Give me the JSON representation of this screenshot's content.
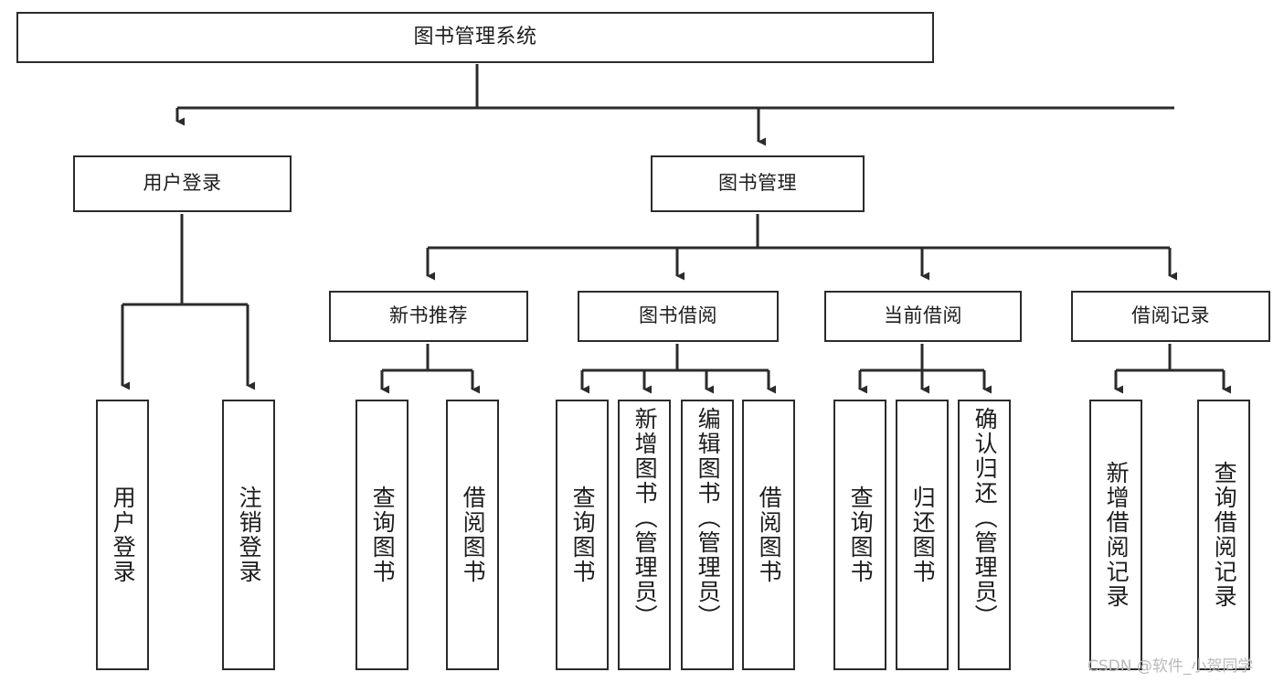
{
  "diagram": {
    "title": "图书管理系统",
    "type": "功能结构图",
    "style": {
      "box_border_color": "#2b2b2b",
      "box_fill_color": "#ffffff",
      "connector_color": "#2b2b2b",
      "text_color": "#1d1d1d",
      "background_color": "#ffffff",
      "watermark_color": "#b9b9b9"
    }
  },
  "nodes": {
    "root": {
      "label": "图书管理系统"
    },
    "level2": [
      {
        "id": "user-login",
        "label": "用户登录"
      },
      {
        "id": "book-manage",
        "label": "图书管理"
      }
    ],
    "level3": [
      {
        "id": "new-book-recommend",
        "label": "新书推荐"
      },
      {
        "id": "book-borrow",
        "label": "图书借阅"
      },
      {
        "id": "current-borrow",
        "label": "当前借阅"
      },
      {
        "id": "borrow-record",
        "label": "借阅记录"
      }
    ],
    "leaves": {
      "user_login": [
        {
          "id": "leaf-user-login",
          "label": "用户登录"
        },
        {
          "id": "leaf-logout-login",
          "label": "注销登录"
        }
      ],
      "new_book_recommend": [
        {
          "id": "leaf-query-book-1",
          "label": "查询图书"
        },
        {
          "id": "leaf-borrow-book-1",
          "label": "借阅图书"
        }
      ],
      "book_borrow": [
        {
          "id": "leaf-query-book-2",
          "label": "查询图书"
        },
        {
          "id": "leaf-add-book-admin",
          "label": "新增图书（管理员）"
        },
        {
          "id": "leaf-edit-book-admin",
          "label": "编辑图书（管理员）"
        },
        {
          "id": "leaf-borrow-book-2",
          "label": "借阅图书"
        }
      ],
      "current_borrow": [
        {
          "id": "leaf-query-book-3",
          "label": "查询图书"
        },
        {
          "id": "leaf-return-book",
          "label": "归还图书"
        },
        {
          "id": "leaf-confirm-return-admin",
          "label": "确认归还（管理员）"
        }
      ],
      "borrow_record": [
        {
          "id": "leaf-add-borrow-record",
          "label": "新增借阅记录"
        },
        {
          "id": "leaf-query-borrow-record",
          "label": "查询借阅记录"
        }
      ]
    }
  },
  "watermark": {
    "text": "CSDN @软件_小贺同学"
  }
}
